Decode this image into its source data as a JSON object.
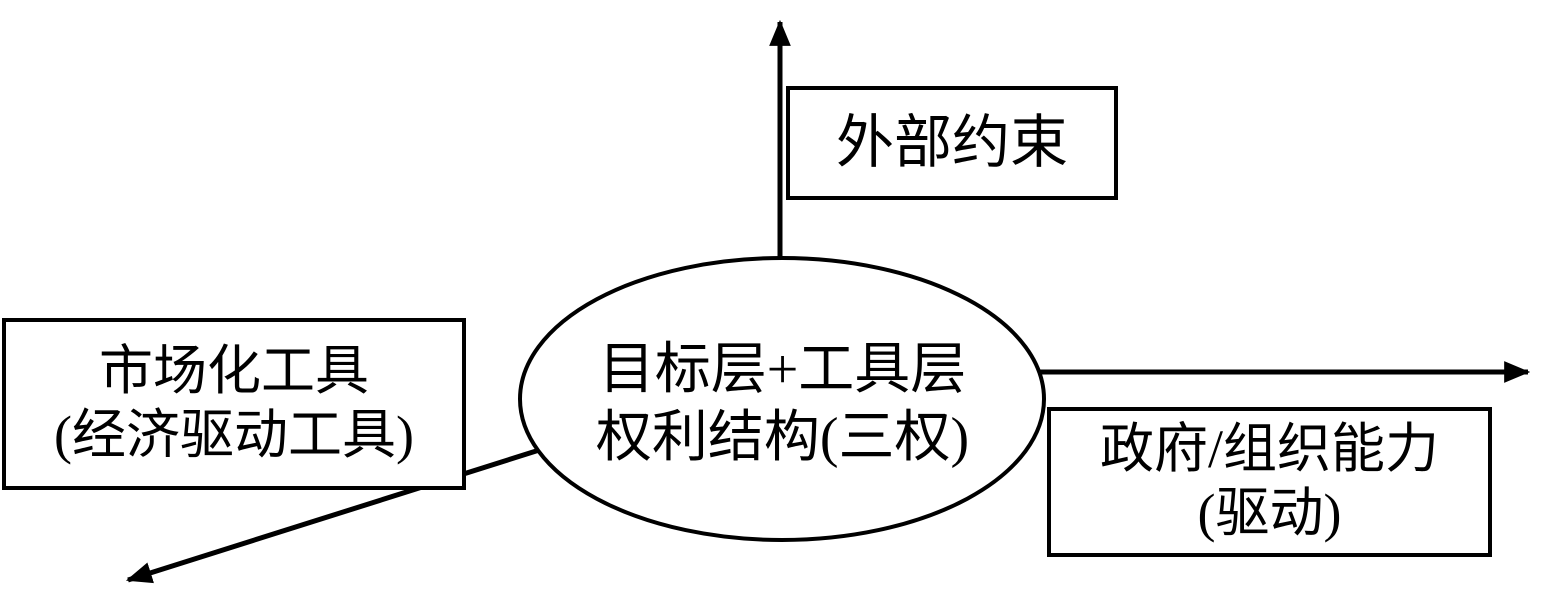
{
  "diagram": {
    "center_ellipse": {
      "line1": "目标层+工具层",
      "line2": "权利结构(三权)"
    },
    "top_box": {
      "label": "外部约束"
    },
    "left_box": {
      "line1": "市场化工具",
      "line2": "(经济驱动工具)"
    },
    "right_box": {
      "line1": "政府/组织能力",
      "line2": "(驱动)"
    },
    "colors": {
      "stroke": "#000000",
      "background": "#ffffff"
    }
  }
}
